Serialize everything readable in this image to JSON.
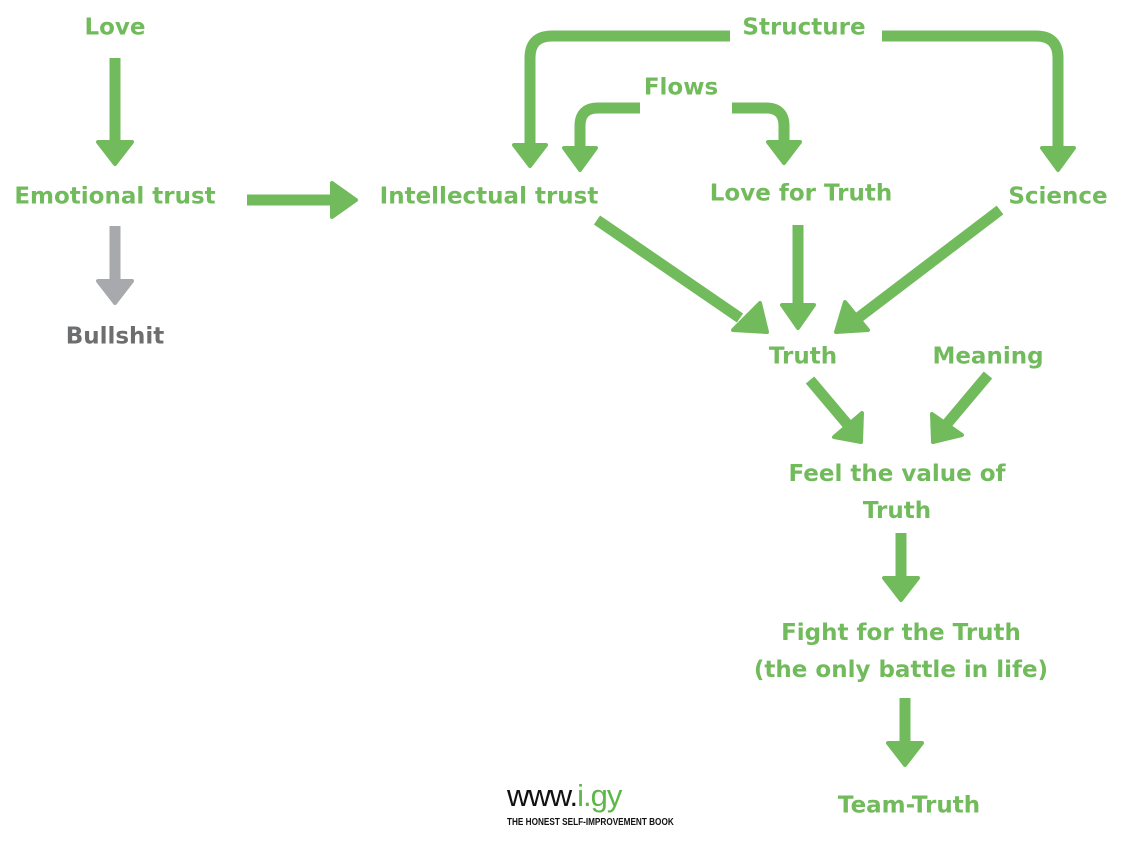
{
  "colors": {
    "accent": "#72bb5c",
    "muted_arrow": "#a7a9ac",
    "muted_text": "#6d6e70"
  },
  "nodes": {
    "love": "Love",
    "emotional_trust": "Emotional trust",
    "bullshit": "Bullshit",
    "intellectual_trust": "Intellectual trust",
    "structure": "Structure",
    "flows": "Flows",
    "love_for_truth": "Love for Truth",
    "science": "Science",
    "truth": "Truth",
    "meaning": "Meaning",
    "feel_value_line1": "Feel the value of",
    "feel_value_line2": "Truth",
    "fight_line1": "Fight for the Truth",
    "fight_line2": "(the only battle in life)",
    "team_truth": "Team-Truth"
  },
  "edges": [
    {
      "from": "Love",
      "to": "Emotional trust"
    },
    {
      "from": "Emotional trust",
      "to": "Bullshit",
      "style": "muted"
    },
    {
      "from": "Emotional trust",
      "to": "Intellectual trust"
    },
    {
      "from": "Structure",
      "to": "Intellectual trust"
    },
    {
      "from": "Structure",
      "to": "Science"
    },
    {
      "from": "Flows",
      "to": "Intellectual trust"
    },
    {
      "from": "Flows",
      "to": "Love for Truth"
    },
    {
      "from": "Intellectual trust",
      "to": "Truth"
    },
    {
      "from": "Love for Truth",
      "to": "Truth"
    },
    {
      "from": "Science",
      "to": "Truth"
    },
    {
      "from": "Truth",
      "to": "Feel the value of Truth"
    },
    {
      "from": "Meaning",
      "to": "Feel the value of Truth"
    },
    {
      "from": "Feel the value of Truth",
      "to": "Fight for the Truth"
    },
    {
      "from": "Fight for the Truth",
      "to": "Team-Truth"
    }
  ],
  "logo": {
    "prefix": "www.",
    "domain": "i.gy",
    "tagline": "THE HONEST SELF-IMPROVEMENT BOOK"
  }
}
